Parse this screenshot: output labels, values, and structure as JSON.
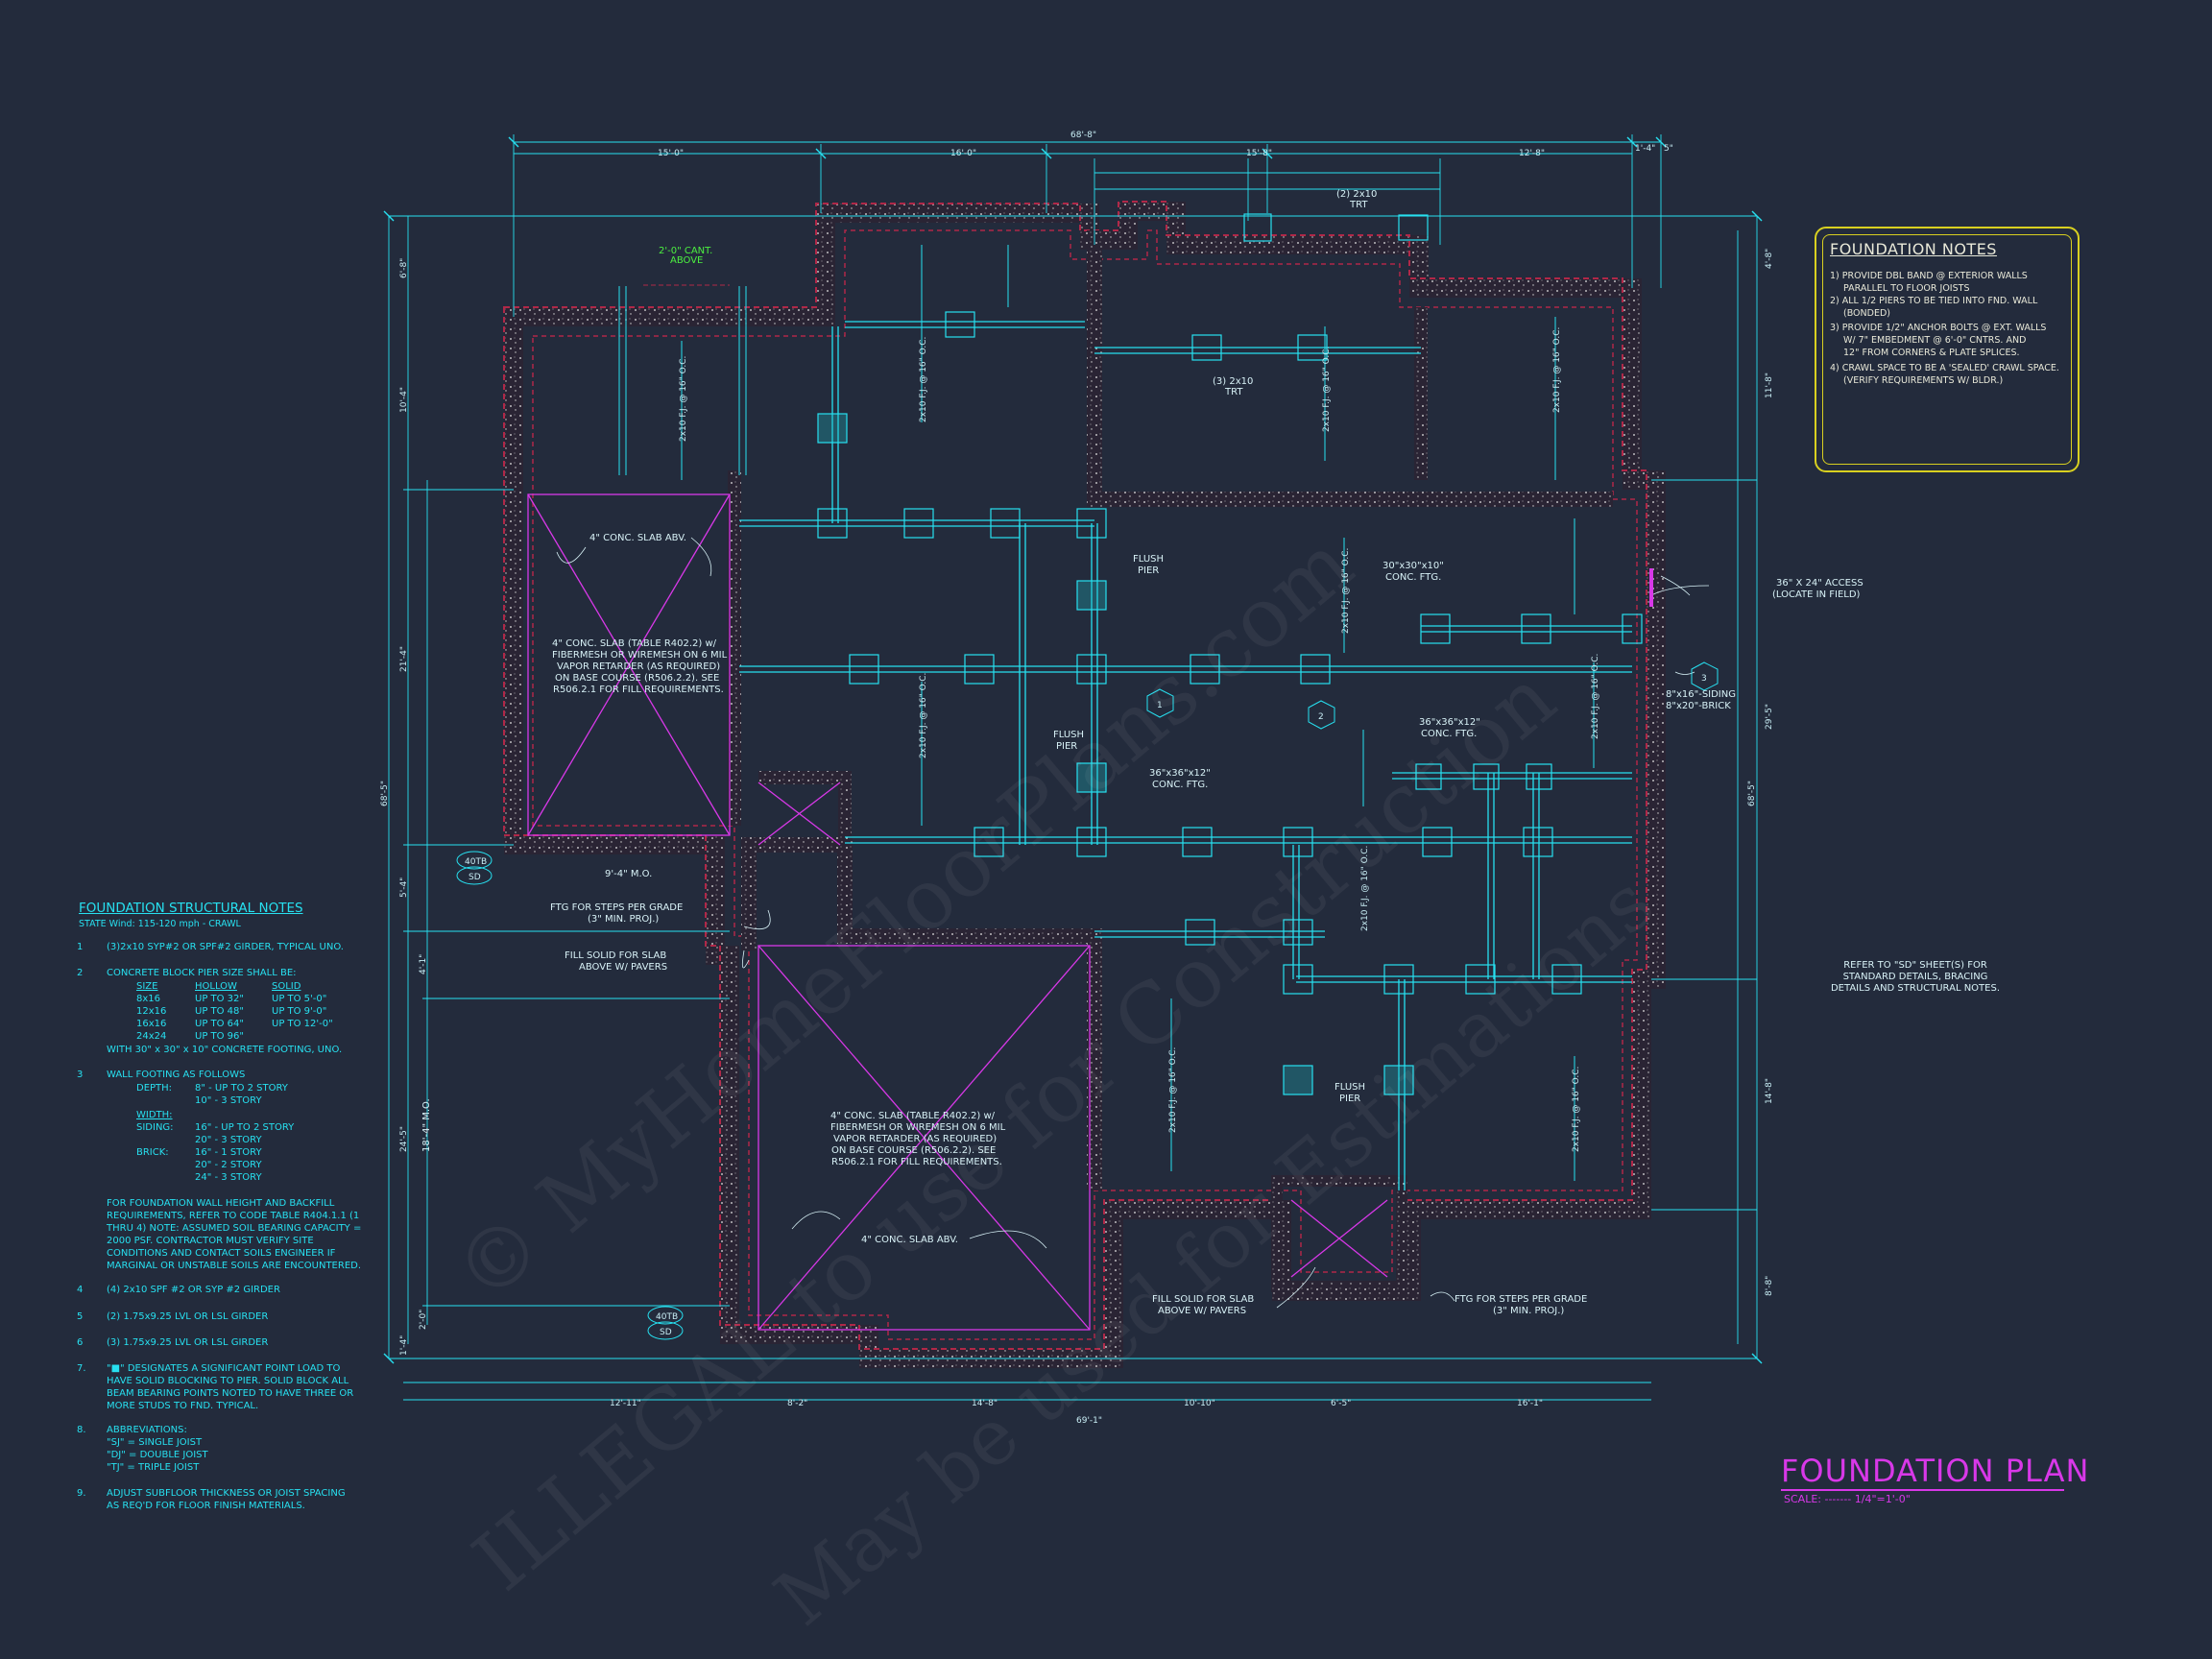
{
  "title": {
    "main": "FOUNDATION PLAN",
    "scale": "SCALE: ------- 1/4\"=1'-0\""
  },
  "foundation_notes": {
    "title": "FOUNDATION NOTES",
    "lines": [
      "1) PROVIDE DBL BAND @ EXTERIOR WALLS",
      "PARALLEL TO FLOOR JOISTS",
      "2) ALL 1/2 PIERS TO BE TIED INTO FND. WALL",
      "(BONDED)",
      "3) PROVIDE 1/2\" ANCHOR BOLTS @ EXT. WALLS",
      "W/ 7\" EMBEDMENT @ 6'-0\" CNTRS. AND",
      "12\" FROM CORNERS & PLATE SPLICES.",
      "4) CRAWL SPACE TO BE A 'SEALED' CRAWL SPACE.",
      "(VERIFY REQUIREMENTS W/ BLDR.)"
    ]
  },
  "structural_notes": {
    "title": "FOUNDATION STRUCTURAL NOTES",
    "subtitle": "STATE Wind: 115-120 mph - CRAWL",
    "items": [
      {
        "num": "1",
        "text": "(3)2x10 SYP#2 OR SPF#2 GIRDER, TYPICAL UNO."
      },
      {
        "num": "2",
        "text": "CONCRETE BLOCK PIER SIZE SHALL BE:"
      },
      {
        "num": "3",
        "text": "WALL FOOTING AS FOLLOWS"
      },
      {
        "num": "4",
        "text": "(4) 2x10 SPF #2 OR SYP #2 GIRDER"
      },
      {
        "num": "5",
        "text": "(2) 1.75x9.25 LVL OR LSL GIRDER"
      },
      {
        "num": "6",
        "text": "(3) 1.75x9.25 LVL OR LSL GIRDER"
      },
      {
        "num": "7.",
        "text": "\"■\" DESIGNATES A SIGNIFICANT POINT LOAD TO"
      },
      {
        "num": "8.",
        "text": "ABBREVIATIONS:"
      },
      {
        "num": "9.",
        "text": "ADJUST SUBFLOOR THICKNESS OR JOIST SPACING"
      }
    ],
    "pier_table": {
      "headers": [
        "SIZE",
        "HOLLOW",
        "SOLID"
      ],
      "rows": [
        [
          "8x16",
          "UP TO 32\"",
          "UP TO 5'-0\""
        ],
        [
          "12x16",
          "UP TO 48\"",
          "UP TO 9'-0\""
        ],
        [
          "16x16",
          "UP TO 64\"",
          "UP TO 12'-0\""
        ],
        [
          "24x24",
          "UP TO 96\"",
          ""
        ]
      ],
      "footnote": "WITH 30\" x 30\" x 10\" CONCRETE FOOTING, UNO."
    },
    "footing": {
      "depth_label": "DEPTH:",
      "depth": [
        "8\" - UP TO 2 STORY",
        "10\" - 3 STORY"
      ],
      "width_label": "WIDTH:",
      "siding_label": "SIDING:",
      "siding": [
        "16\" - UP TO 2 STORY",
        "20\" - 3 STORY"
      ],
      "brick_label": "BRICK:",
      "brick": [
        "16\" - 1 STORY",
        "20\" - 2 STORY",
        "24\" - 3 STORY"
      ]
    },
    "soil_note": [
      "FOR FOUNDATION WALL HEIGHT AND BACKFILL",
      "REQUIREMENTS, REFER TO CODE TABLE R404.1.1 (1",
      "THRU 4) NOTE: ASSUMED SOIL BEARING CAPACITY =",
      "2000 PSF. CONTRACTOR MUST VERIFY SITE",
      "CONDITIONS AND CONTACT SOILS ENGINEER IF",
      "MARGINAL OR UNSTABLE SOILS ARE ENCOUNTERED."
    ],
    "point_load_note": [
      "HAVE SOLID BLOCKING TO PIER. SOLID BLOCK ALL",
      "BEAM BEARING POINTS NOTED TO HAVE THREE OR",
      "MORE STUDS TO FND. TYPICAL."
    ],
    "abbreviations": [
      "\"SJ\" = SINGLE JOIST",
      "\"DJ\" = DOUBLE JOIST",
      "\"TJ\" = TRIPLE JOIST"
    ],
    "subfloor_note": "AS REQ'D FOR FLOOR FINISH MATERIALS."
  },
  "refer_note": [
    "REFER TO \"SD\" SHEET(S) FOR",
    "STANDARD DETAILS, BRACING",
    "DETAILS AND STRUCTURAL NOTES."
  ],
  "plan_labels": {
    "cant": [
      "2'-0\" CANT.",
      "ABOVE"
    ],
    "slab_abv": "4\" CONC. SLAB ABV.",
    "slab_note": [
      "4\" CONC. SLAB (TABLE R402.2) w/",
      "FIBERMESH OR WIREMESH ON 6 MIL",
      "VAPOR RETARDER (AS REQUIRED)",
      "ON BASE COURSE (R506.2.2). SEE",
      "R506.2.1 FOR FILL REQUIREMENTS."
    ],
    "steps_ftg": [
      "FTG FOR STEPS PER GRADE",
      "(3\" MIN. PROJ.)"
    ],
    "fill_solid": [
      "FILL SOLID FOR SLAB",
      "ABOVE W/ PAVERS"
    ],
    "access": [
      "36\" X 24\" ACCESS",
      "(LOCATE IN FIELD)"
    ],
    "siding_brick": [
      "8\"x16\"-SIDING",
      "8\"x20\"-BRICK"
    ],
    "flush_pier": [
      "FLUSH",
      "PIER"
    ],
    "ftg_30": [
      "30\"x30\"x10\"",
      "CONC. FTG."
    ],
    "ftg_36": [
      "36\"x36\"x12\"",
      "CONC. FTG."
    ],
    "trt_2x10_3": [
      "(3) 2x10",
      "TRT"
    ],
    "trt_2x10_2": [
      "(2) 2x10",
      "TRT"
    ],
    "joist_note": "2x10 F.J. @ 16\" O.C.",
    "mo": "9'-4\" M.O.",
    "mo_vert": "18'-4\" M.O.",
    "detail_ref": [
      "40TB",
      "SD"
    ],
    "dims_top": [
      "68'-8\"",
      "15'-0\"",
      "16'-0\"",
      "15'-8\"",
      "12'-8\"",
      "1'-4\"",
      "5\""
    ],
    "dims_bottom": [
      "12'-11\"",
      "8'-2\"",
      "14'-8\"",
      "10'-10\"",
      "6'-5\"",
      "16'-1\"",
      "69'-1\""
    ],
    "dims_left": [
      "6'-8\"",
      "10'-4\"",
      "21'-4\"",
      "5'-4\"",
      "4'-1\"",
      "24'-5\"",
      "2'-0\"",
      "1'-4\"",
      "68'-5\""
    ],
    "dims_right": [
      "4'-8\"",
      "11'-8\"",
      "29'-5\"",
      "68'-5\"",
      "14'-8\"",
      "8'-8\""
    ],
    "markers": [
      "1",
      "2",
      "3"
    ]
  },
  "watermark": [
    "© MyHomeFloorPlans.com",
    "ILLEGAL to use for Construction",
    "May be used for Estimations"
  ],
  "colors": {
    "background": "#232b3c",
    "line": "#27e0f0",
    "wall": "#b02848",
    "accent": "#d838e8",
    "note_box": "#d8d020",
    "green": "#4cf040"
  }
}
